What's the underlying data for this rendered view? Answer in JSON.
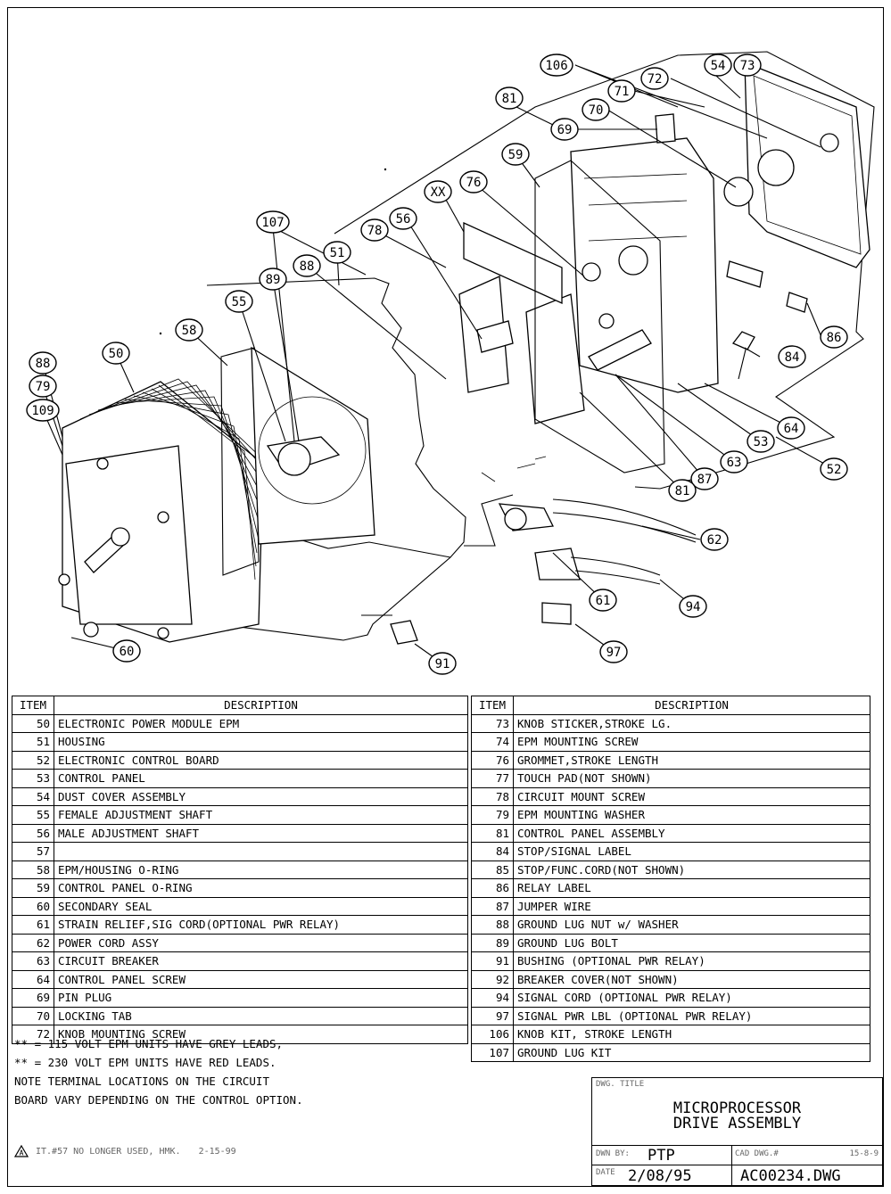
{
  "callouts": [
    "106",
    "54",
    "73",
    "72",
    "71",
    "70",
    "81",
    "69",
    "59",
    "76",
    "XX",
    "56",
    "78",
    "107",
    "89",
    "88",
    "51",
    "55",
    "58",
    "50",
    "88",
    "79",
    "109",
    "84",
    "86",
    "64",
    "53",
    "63",
    "87",
    "52",
    "81",
    "62",
    "61",
    "94",
    "97",
    "60",
    "91"
  ],
  "bom": {
    "headers": {
      "item": "ITEM",
      "description": "DESCRIPTION"
    },
    "left": [
      {
        "item": "50",
        "desc": "ELECTRONIC POWER MODULE EPM"
      },
      {
        "item": "51",
        "desc": "HOUSING"
      },
      {
        "item": "52",
        "desc": "ELECTRONIC CONTROL BOARD"
      },
      {
        "item": "53",
        "desc": "CONTROL PANEL"
      },
      {
        "item": "54",
        "desc": "DUST COVER ASSEMBLY"
      },
      {
        "item": "55",
        "desc": "FEMALE ADJUSTMENT SHAFT"
      },
      {
        "item": "56",
        "desc": "MALE ADJUSTMENT SHAFT"
      },
      {
        "item": "57",
        "desc": ""
      },
      {
        "item": "58",
        "desc": "EPM/HOUSING O-RING"
      },
      {
        "item": "59",
        "desc": "CONTROL PANEL O-RING"
      },
      {
        "item": "60",
        "desc": "SECONDARY SEAL"
      },
      {
        "item": "61",
        "desc": "STRAIN RELIEF,SIG CORD(OPTIONAL PWR RELAY)"
      },
      {
        "item": "62",
        "desc": "POWER CORD ASSY"
      },
      {
        "item": "63",
        "desc": "CIRCUIT BREAKER"
      },
      {
        "item": "64",
        "desc": "CONTROL PANEL SCREW"
      },
      {
        "item": "69",
        "desc": "PIN PLUG"
      },
      {
        "item": "70",
        "desc": "LOCKING TAB"
      },
      {
        "item": "72",
        "desc": "KNOB MOUNTING SCREW"
      }
    ],
    "right": [
      {
        "item": "73",
        "desc": "KNOB STICKER,STROKE LG."
      },
      {
        "item": "74",
        "desc": "EPM MOUNTING SCREW"
      },
      {
        "item": "76",
        "desc": "GROMMET,STROKE LENGTH"
      },
      {
        "item": "77",
        "desc": "TOUCH PAD(NOT SHOWN)"
      },
      {
        "item": "78",
        "desc": "CIRCUIT MOUNT SCREW"
      },
      {
        "item": "79",
        "desc": "EPM MOUNTING WASHER"
      },
      {
        "item": "81",
        "desc": "CONTROL PANEL ASSEMBLY"
      },
      {
        "item": "84",
        "desc": "STOP/SIGNAL LABEL"
      },
      {
        "item": "85",
        "desc": "STOP/FUNC.CORD(NOT SHOWN)"
      },
      {
        "item": "86",
        "desc": "RELAY LABEL"
      },
      {
        "item": "87",
        "desc": "JUMPER WIRE"
      },
      {
        "item": "88",
        "desc": "GROUND LUG NUT w/ WASHER"
      },
      {
        "item": "89",
        "desc": "GROUND LUG BOLT"
      },
      {
        "item": "91",
        "desc": "BUSHING (OPTIONAL PWR RELAY)"
      },
      {
        "item": "92",
        "desc": "BREAKER COVER(NOT SHOWN)"
      },
      {
        "item": "94",
        "desc": "SIGNAL CORD (OPTIONAL PWR RELAY)"
      },
      {
        "item": "97",
        "desc": "SIGNAL PWR LBL (OPTIONAL PWR RELAY)"
      },
      {
        "item": "106",
        "desc": "KNOB KIT, STROKE LENGTH"
      },
      {
        "item": "107",
        "desc": "GROUND LUG KIT"
      }
    ]
  },
  "notes": [
    "** = 115 VOLT EPM UNITS HAVE GREY LEADS,",
    "** = 230 VOLT EPM UNITS HAVE RED LEADS.",
    "NOTE TERMINAL LOCATIONS ON THE CIRCUIT",
    "BOARD VARY DEPENDING ON THE CONTROL OPTION."
  ],
  "revision": {
    "symbol": "A",
    "text": "IT.#57 NO LONGER USED, HMK.",
    "date": "2-15-99"
  },
  "title_block": {
    "dwg_title_label": "DWG. TITLE",
    "title_line1": "MICROPROCESSOR",
    "title_line2": "DRIVE ASSEMBLY",
    "drawn_by_label": "DWN BY:",
    "drawn_by": "PTP",
    "cad_dwg_label": "CAD DWG.#",
    "sheet_ref": "15-8-9",
    "date_label": "DATE",
    "date": "2/08/95",
    "cad_dwg": "AC00234.DWG"
  }
}
